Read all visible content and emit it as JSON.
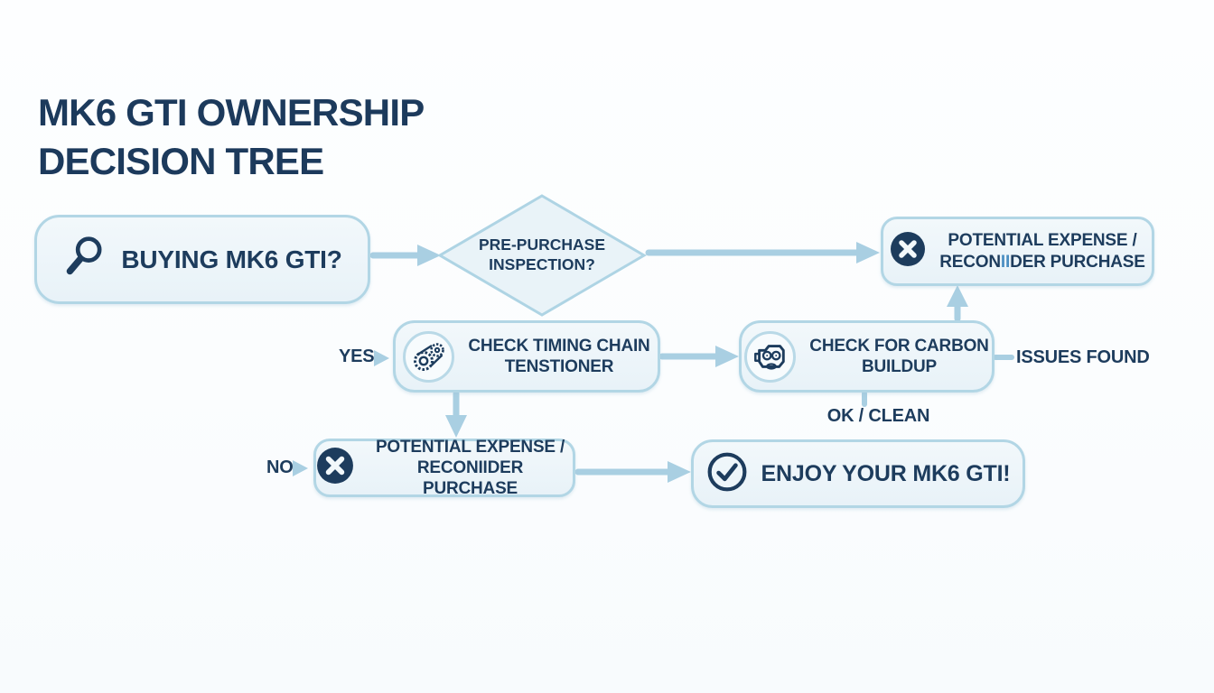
{
  "title": {
    "line1": "MK6 GTI OWNERSHIP",
    "line2": "DECISION TREE"
  },
  "colors": {
    "navy_text": "#1d3c5d",
    "box_fill": "#e9f3f8",
    "box_border": "#b2d6e5",
    "arrow": "#a9cfe2",
    "glitch_blue": "#4a8ec2",
    "background": "#fdfeff"
  },
  "nodes": {
    "start": {
      "label": "BUYING MK6 GTI?",
      "icon": "magnifier-icon"
    },
    "decision": {
      "line1": "PRE-PURCHASE",
      "line2": "INSPECTION?"
    },
    "expense_top": {
      "line1": "POTENTIAL EXPENSE /",
      "line2_pre": "RECON",
      "line2_glitch": "II",
      "line2_post": "DER PURCHASE",
      "icon": "x-circle-icon"
    },
    "timing": {
      "line1": "CHECK TIMING CHAIN",
      "line2": "TENSTIONER",
      "icon": "timing-chain-icon"
    },
    "carbon": {
      "line1": "CHECK FOR CARBON",
      "line2": "BUILDUP",
      "icon": "engine-icon"
    },
    "expense_bottom": {
      "line1": "POTENTIAL EXPENSE /",
      "line2": "RECONIIDER PURCHASE",
      "icon": "x-circle-icon"
    },
    "enjoy": {
      "label": "ENJOY YOUR MK6 GTI!",
      "icon": "check-circle-icon"
    }
  },
  "edge_labels": {
    "yes": "YES",
    "no": "NO",
    "issues_found": "ISSUES FOUND",
    "ok_clean": "OK / CLEAN"
  }
}
